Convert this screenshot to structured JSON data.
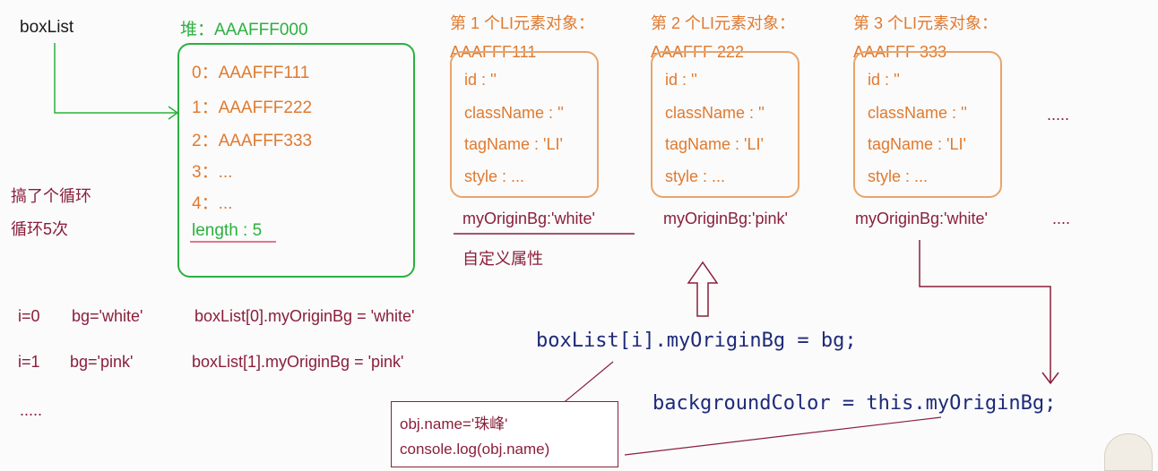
{
  "colors": {
    "green": "#2bb13d",
    "orange": "#e07a2e",
    "maroon": "#8a1f3a",
    "code": "#1e2a78"
  },
  "labels": {
    "boxlist": "boxList",
    "loop_line1": "搞了个循环",
    "loop_line2": "循环5次"
  },
  "heap": {
    "title": "堆：AAAFFF000",
    "rows": [
      "0：AAAFFF111",
      "1：AAAFFF222",
      "2：AAAFFF333",
      "3：...",
      "4：..."
    ],
    "length": "length : 5"
  },
  "objects": [
    {
      "title_line1": "第 1 个LI元素对象：",
      "title_line2": "AAAFFF111",
      "props": [
        "id : ''",
        "className : ''",
        "tagName : 'LI'",
        "style : ..."
      ],
      "custom": "myOriginBg:'white'"
    },
    {
      "title_line1": "第 2 个LI元素对象：",
      "title_line2": "AAAFFF 222",
      "props": [
        "id : ''",
        "className : ''",
        "tagName : 'LI'",
        "style : ..."
      ],
      "custom": "myOriginBg:'pink'"
    },
    {
      "title_line1": "第 3 个LI元素对象：",
      "title_line2": "AAAFFF 333",
      "props": [
        "id : ''",
        "className : ''",
        "tagName : 'LI'",
        "style : ..."
      ],
      "custom": "myOriginBg:'white'"
    }
  ],
  "ellipsis_props": ".....",
  "ellipsis_custom": "....",
  "custom_attr_note": "自定义属性",
  "iterations": [
    {
      "i": "i=0",
      "bg": "bg='white'",
      "assign": "boxList[0].myOriginBg = 'white'"
    },
    {
      "i": "i=1",
      "bg": "bg='pink'",
      "assign": "boxList[1].myOriginBg = 'pink'"
    }
  ],
  "iter_more": ".....",
  "code": {
    "line1": "boxList[i].myOriginBg = bg;",
    "line2_pre": "backgroundColor = ",
    "line2_this": "this",
    "line2_post": ".myOriginBg;"
  },
  "note_box": {
    "line1": "obj.name='珠峰'",
    "line2": "console.log(obj.name)"
  }
}
